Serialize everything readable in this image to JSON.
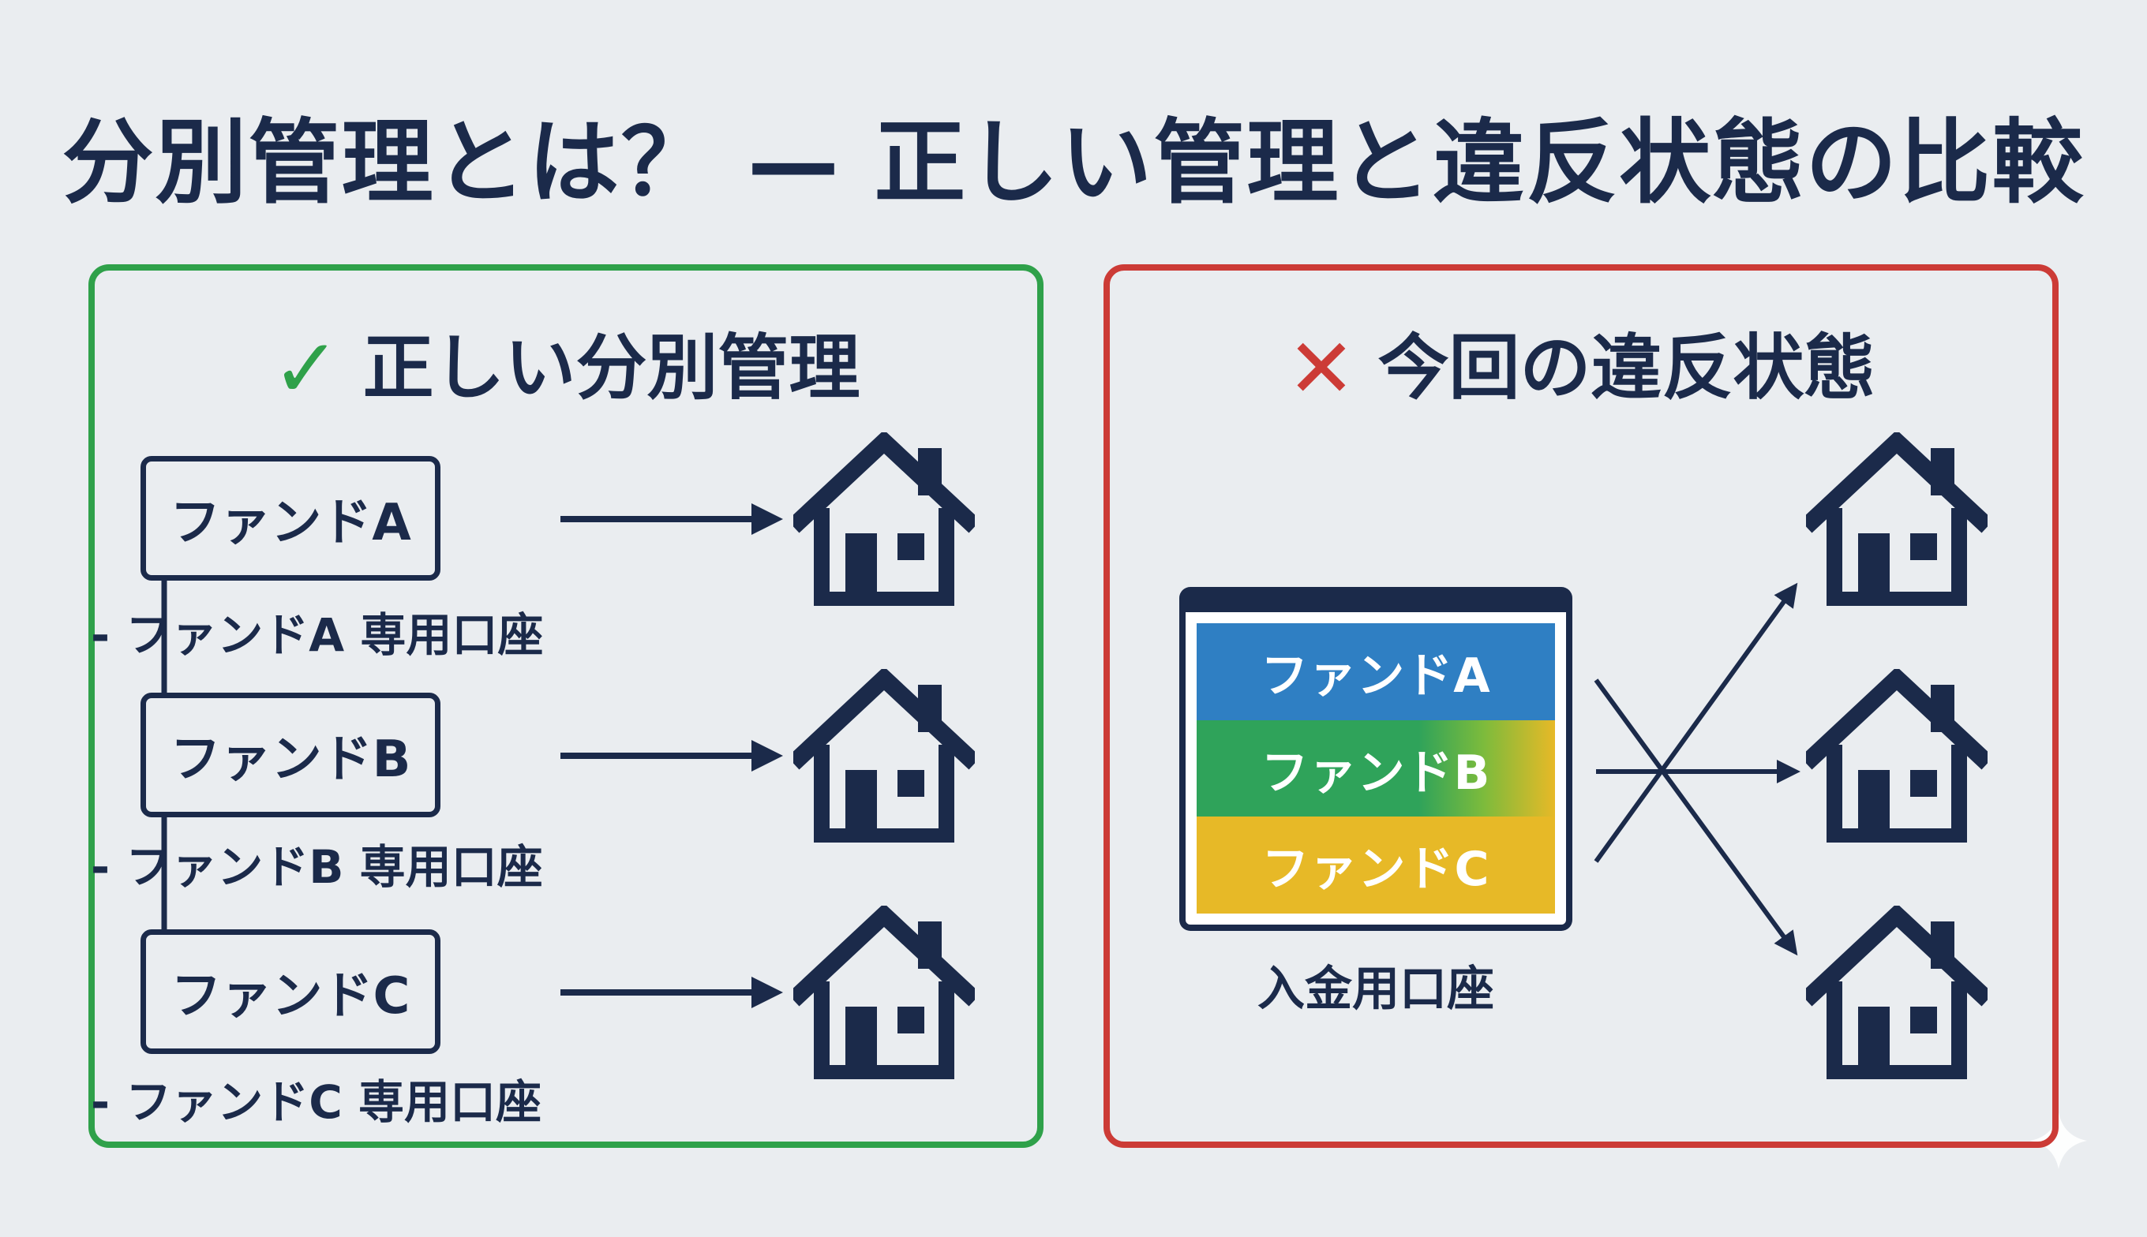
{
  "title": "分別管理とは？ — 正しい管理と違反状態の比較",
  "left_panel": {
    "mark": "✓",
    "heading": "正しい分別管理",
    "funds": [
      {
        "box": "ファンドA",
        "account": "- ファンドA 専用口座"
      },
      {
        "box": "ファンドB",
        "account": "- ファンドB 専用口座"
      },
      {
        "box": "ファンドC",
        "account": "- ファンドC 専用口座"
      }
    ]
  },
  "right_panel": {
    "mark": "✕",
    "heading": "今回の違反状態",
    "stripes": [
      "ファンドA",
      "ファンドB",
      "ファンドC"
    ],
    "account_label": "入金用口座"
  },
  "colors": {
    "navy": "#1b2a4a",
    "correct_green": "#2fa14a",
    "violation_red": "#cc3b36",
    "fund_a_blue": "#2f7fc3",
    "fund_b_green": "#2fa35a",
    "fund_c_yellow": "#e7b927"
  },
  "icons": [
    "check-icon",
    "cross-icon",
    "house-icon",
    "arrow-icon",
    "sparkle-icon"
  ]
}
